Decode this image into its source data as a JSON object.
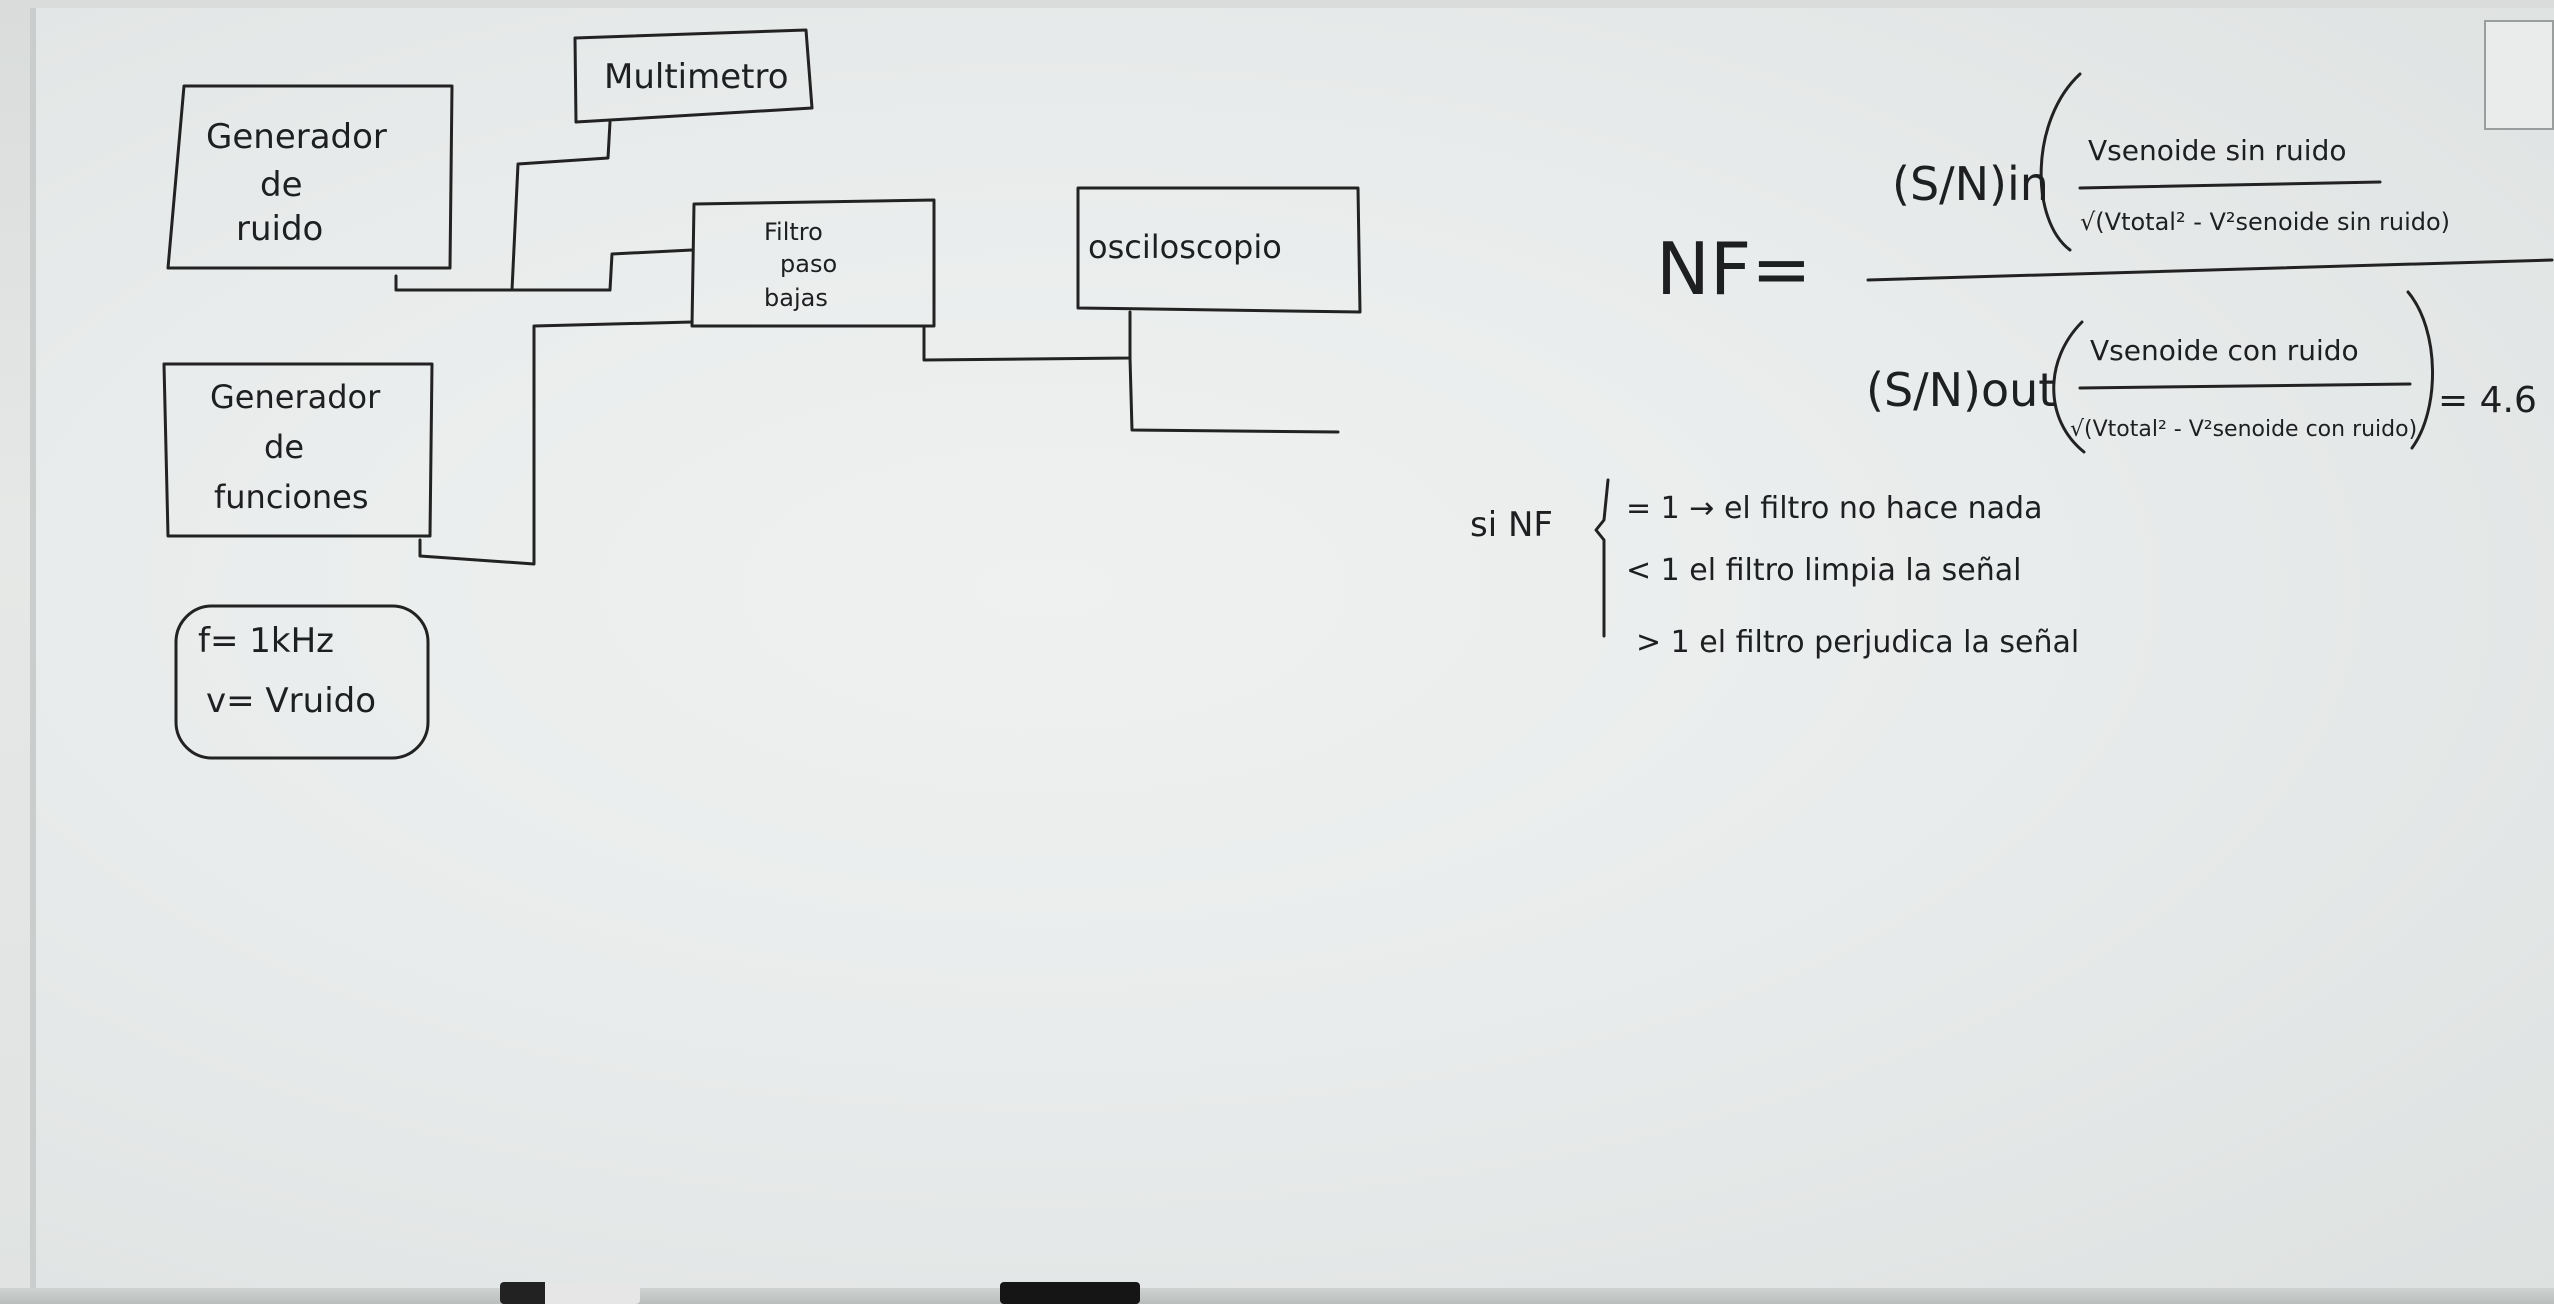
{
  "board": {
    "blocks": {
      "noise_generator": [
        "Generador",
        "de",
        "ruido"
      ],
      "multimeter": "Multimetro",
      "lowpass_filter": [
        "Filtro",
        "paso",
        "bajas"
      ],
      "oscilloscope": "osciloscopio",
      "function_generator": [
        "Generador",
        "de",
        "funciones"
      ]
    },
    "params": [
      "f= 1kHz",
      "v= Vruido"
    ],
    "formula": {
      "nf_label": "NF=",
      "sn_in_label": "(S/N)in",
      "sn_in_numerator": "Vsenoide sin ruido",
      "sn_in_denominator": "√(Vtotal² - V²senoide sin ruido)",
      "sn_out_label": "(S/N)out",
      "sn_out_numerator": "Vsenoide con ruido",
      "sn_out_denominator": "√(Vtotal² - V²senoide con ruido)",
      "result": "= 4.6"
    },
    "conditions": {
      "prefix": "si NF",
      "items": [
        "= 1 → el filtro no hace nada",
        "< 1  el filtro limpia la señal",
        "> 1  el filtro perjudica la señal"
      ]
    }
  }
}
